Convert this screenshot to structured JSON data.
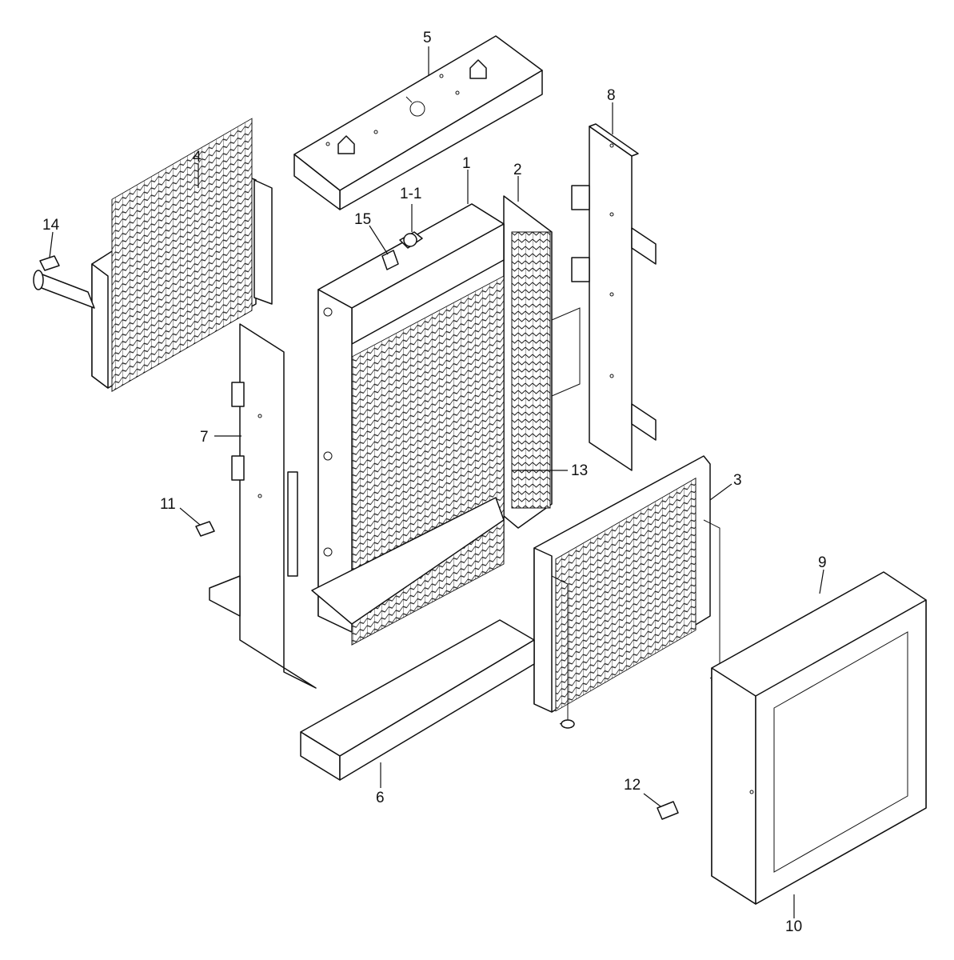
{
  "colors": {
    "line": "#111111",
    "background": "#ffffff"
  },
  "callouts": [
    {
      "label": "1"
    },
    {
      "label": "1-1"
    },
    {
      "label": "2"
    },
    {
      "label": "3"
    },
    {
      "label": "4"
    },
    {
      "label": "5"
    },
    {
      "label": "6"
    },
    {
      "label": "7"
    },
    {
      "label": "8"
    },
    {
      "label": "9"
    },
    {
      "label": "10"
    },
    {
      "label": "11"
    },
    {
      "label": "12"
    },
    {
      "label": "13"
    },
    {
      "label": "14"
    },
    {
      "label": "15"
    }
  ]
}
